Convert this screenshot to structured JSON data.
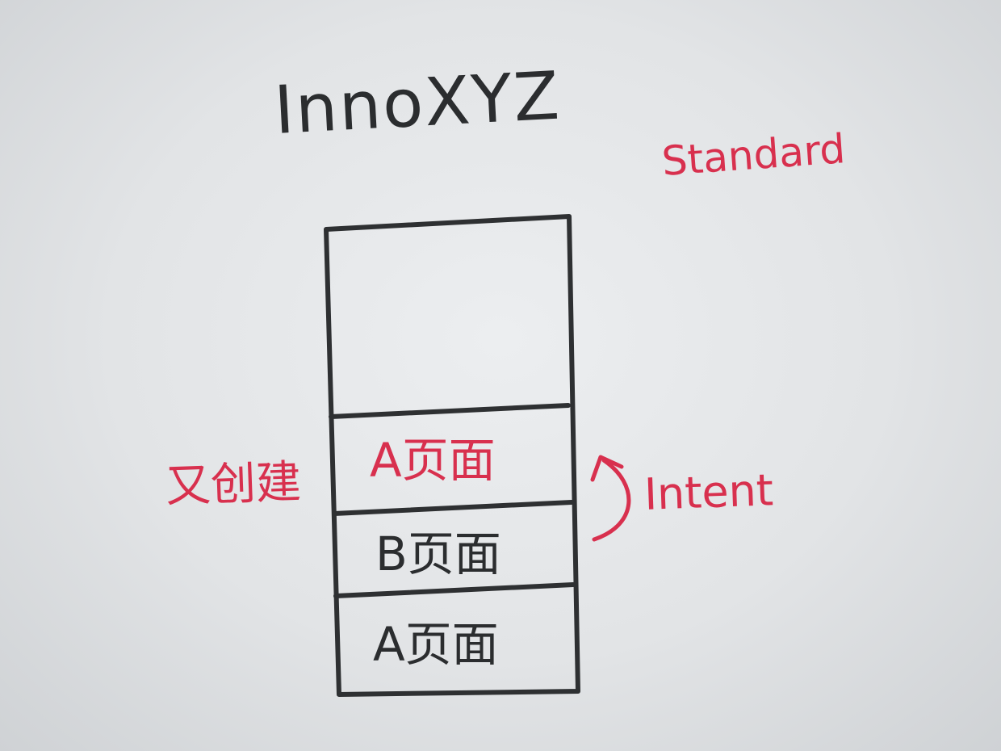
{
  "title": "InnoXYZ",
  "launch_mode": "Standard",
  "stack": {
    "top_empty": "",
    "items": [
      {
        "label": "A页面",
        "ink": "red"
      },
      {
        "label": "B页面",
        "ink": "dark"
      },
      {
        "label": "A页面",
        "ink": "dark"
      }
    ]
  },
  "annotations": {
    "left": "又创建",
    "right": "Intent"
  },
  "colors": {
    "dark_ink": "#2b2d2f",
    "red_ink": "#d8304e",
    "paper": "#e6e8ea"
  }
}
